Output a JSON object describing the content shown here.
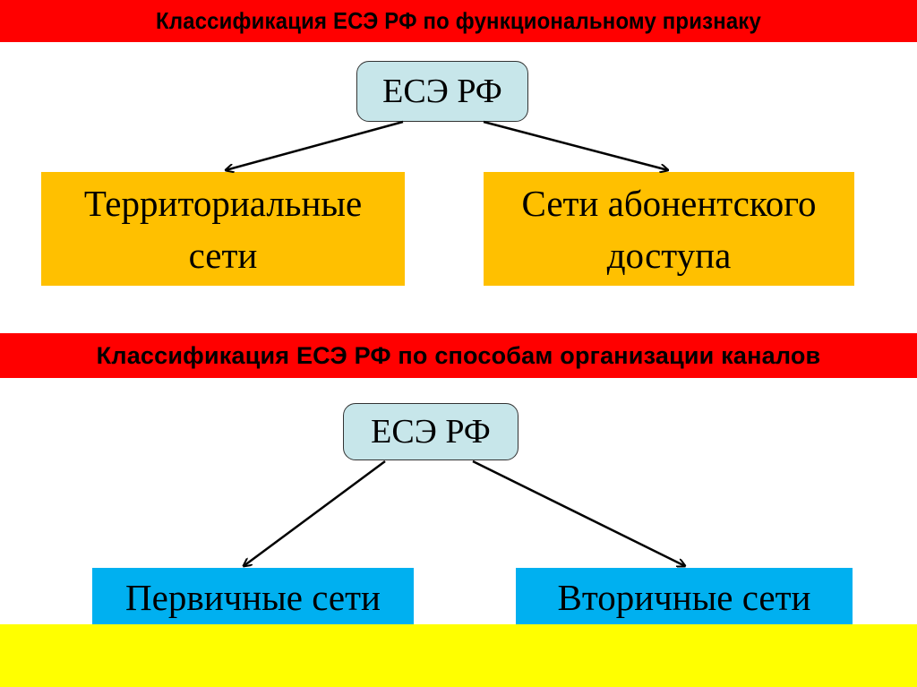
{
  "section1": {
    "title": "Классификация ЕСЭ РФ по функциональному признаку",
    "root": "ЕСЭ РФ",
    "left": "Территориальные сети",
    "right": "Сети абонентского доступа"
  },
  "section2": {
    "title": "Классификация ЕСЭ РФ по способам организации каналов",
    "root": "ЕСЭ РФ",
    "left": "Первичные сети",
    "right": "Вторичные сети"
  },
  "colors": {
    "banner": "#ff0000",
    "root_fill": "#c7e6ea",
    "functional_boxes": "#ffc000",
    "channel_boxes": "#00b0f0",
    "bottom_bar": "#ffff00"
  }
}
